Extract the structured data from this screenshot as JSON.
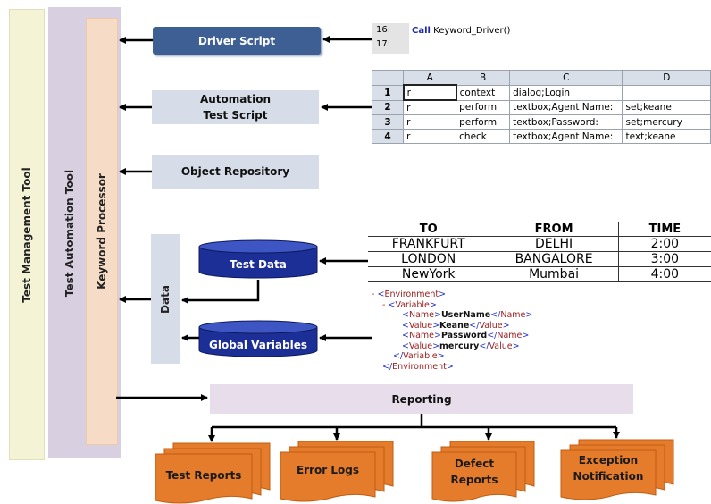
{
  "tools": {
    "management": "Test Management Tool",
    "automation": "Test Automation Tool",
    "keyword_processor": "Keyword Processor",
    "data": "Data"
  },
  "components": {
    "driver_script": "Driver Script",
    "automation_line1": "Automation",
    "automation_line2": "Test Script",
    "object_repository": "Object Repository",
    "test_data": "Test Data",
    "global_variables": "Global Variables",
    "reporting": "Reporting"
  },
  "driver_code": {
    "line1_no": "16:",
    "line2_no": "17:",
    "keyword": "Call",
    "call_text": "Keyword_Driver()"
  },
  "keyword_sheet": {
    "columns": [
      "A",
      "B",
      "C",
      "D"
    ],
    "rows": [
      {
        "n": "1",
        "a": "r",
        "b": "context",
        "c": "dialog;Login",
        "d": ""
      },
      {
        "n": "2",
        "a": "r",
        "b": "perform",
        "c": "textbox;Agent Name:",
        "d": "set;keane"
      },
      {
        "n": "3",
        "a": "r",
        "b": "perform",
        "c": "textbox;Password:",
        "d": "set;mercury"
      },
      {
        "n": "4",
        "a": "r",
        "b": "check",
        "c": "textbox;Agent Name:",
        "d": "text;keane"
      }
    ]
  },
  "route_table": {
    "headers": [
      "TO",
      "FROM",
      "TIME"
    ],
    "rows": [
      [
        "FRANKFURT",
        "DELHI",
        "2:00"
      ],
      [
        "LONDON",
        "BANGALORE",
        "3:00"
      ],
      [
        "NewYork",
        "Mumbai",
        "4:00"
      ]
    ]
  },
  "xml": {
    "minus": "-",
    "environment": "Environment",
    "variable": "Variable",
    "name": "Name",
    "value": "Value",
    "name1": "UserName",
    "value1": "Keane",
    "name2": "Password",
    "value2": "mercury"
  },
  "reports": {
    "test_reports": "Test Reports",
    "error_logs": "Error Logs",
    "defect_line1": "Defect",
    "defect_line2": "Reports",
    "exception_line1": "Exception",
    "exception_line2": "Notification"
  },
  "colors": {
    "management_bar": "#f4f3d6",
    "automation_bar": "#d8cfe0",
    "keyword_bar": "#f6dcc6",
    "driver_box": "#3d5f94",
    "light_box": "#d6dde8",
    "cylinder": "#1c2f96",
    "reporting_box": "#e7ddeb",
    "report_orange": "#e57c2b"
  }
}
